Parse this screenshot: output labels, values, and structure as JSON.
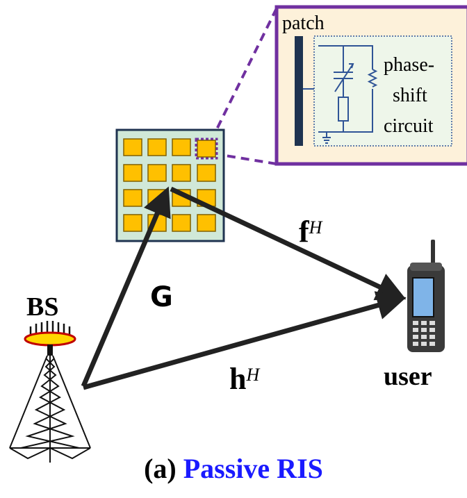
{
  "labels": {
    "patch": "patch",
    "phase_shift_line1": "phase-",
    "phase_shift_line2": "shift",
    "phase_shift_line3": "circuit",
    "bs": "BS",
    "user": "user",
    "channel_g": "G",
    "channel_f": "f",
    "channel_h": "h",
    "hermitian": "H"
  },
  "caption": {
    "prefix": "(a)",
    "title": "Passive RIS"
  },
  "colors": {
    "inset_border": "#7030a0",
    "inset_fill": "#fdf1da",
    "ris_panel": "#d0e8d8",
    "ris_panel_border": "#1f3350",
    "ris_element": "#ffc000",
    "caption_title": "#1a1aff",
    "bs_ring": "#ffd700",
    "bs_ring_border": "#c00000",
    "arrow": "#222222"
  },
  "icons": [
    "antenna-tower-icon",
    "mobile-phone-icon",
    "ground-icon",
    "varactor-icon",
    "resistor-icon",
    "inductor-icon"
  ]
}
